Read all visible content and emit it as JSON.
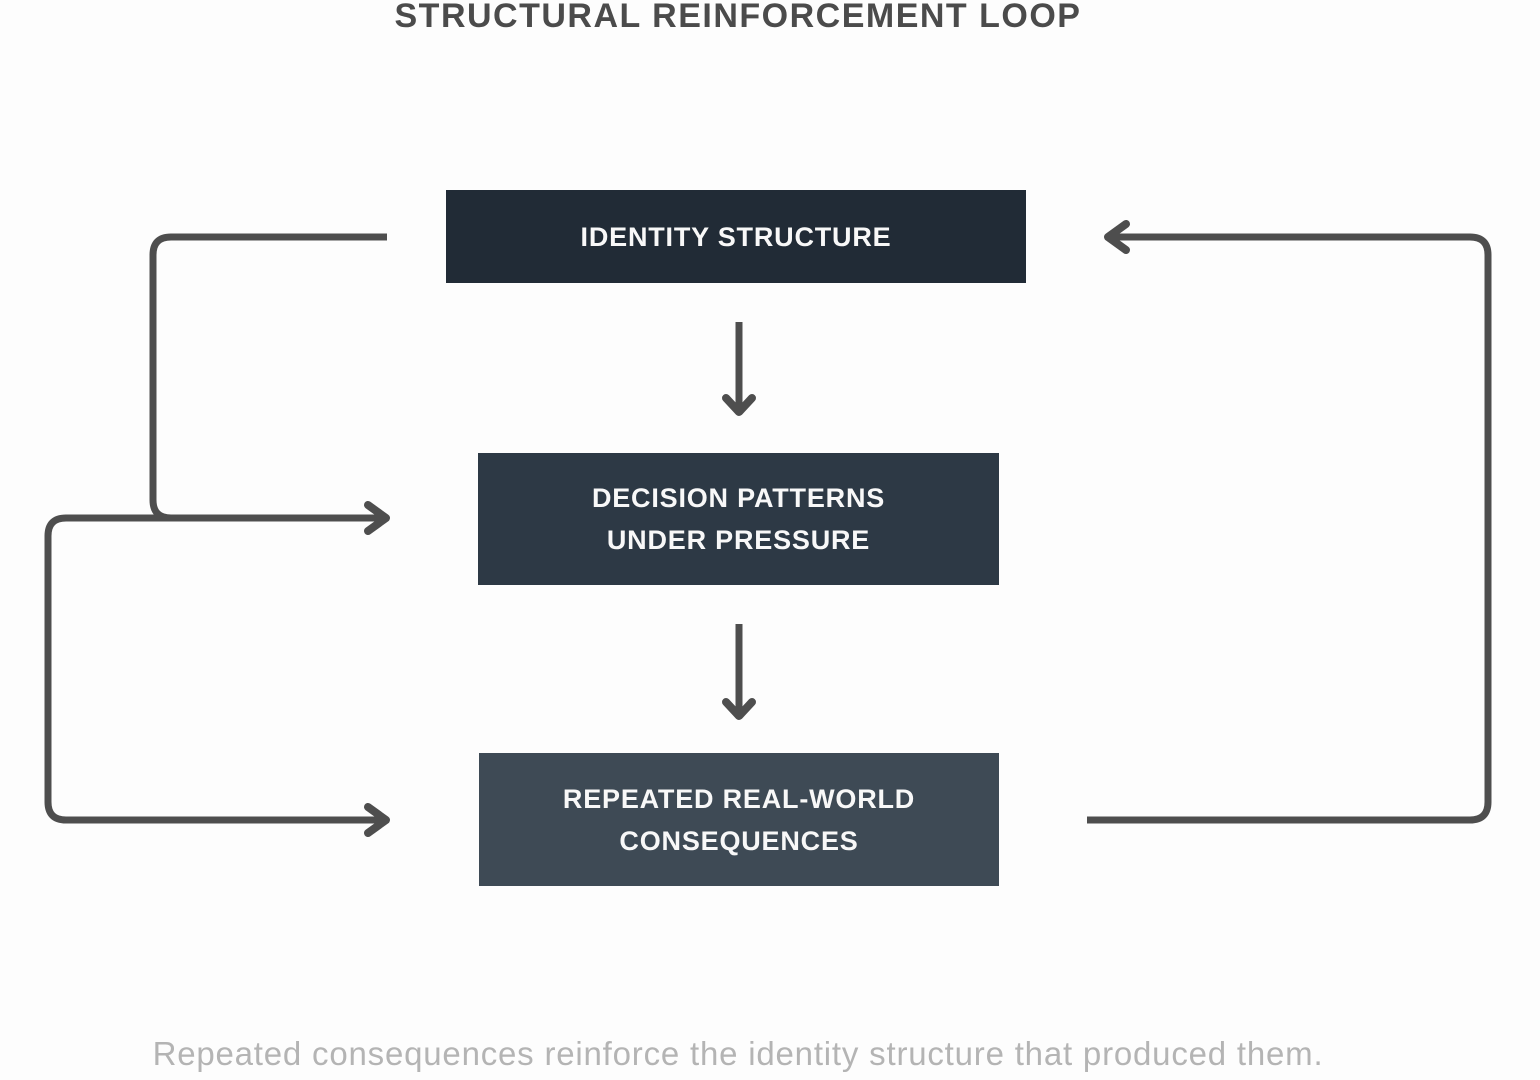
{
  "title": "STRUCTURAL REINFORCEMENT LOOP",
  "caption": "Repeated consequences reinforce the identity structure that produced them.",
  "nodes": [
    {
      "id": "identity-structure",
      "lines": [
        "IDENTITY STRUCTURE"
      ],
      "color": "#212b36"
    },
    {
      "id": "decision-patterns",
      "lines": [
        "DECISION PATTERNS",
        "UNDER PRESSURE"
      ],
      "color": "#2d3945"
    },
    {
      "id": "repeated-consequences",
      "lines": [
        "REPEATED REAL-WORLD",
        "CONSEQUENCES"
      ],
      "color": "#3e4a55"
    }
  ],
  "edges": [
    {
      "from": "identity-structure",
      "to": "decision-patterns",
      "route": "straight-down"
    },
    {
      "from": "decision-patterns",
      "to": "repeated-consequences",
      "route": "straight-down"
    },
    {
      "from": "identity-structure",
      "to": "decision-patterns",
      "route": "left-inner-loop"
    },
    {
      "from": "identity-structure",
      "to": "repeated-consequences",
      "route": "left-outer-loop"
    },
    {
      "from": "repeated-consequences",
      "to": "identity-structure",
      "route": "right-loop"
    }
  ],
  "colors": {
    "background": "#fdfdfd",
    "title_text": "#4b4b4b",
    "arrow": "#4e4e4e",
    "node_text": "#f8f8f8",
    "caption_text": "#b4b4b4"
  }
}
